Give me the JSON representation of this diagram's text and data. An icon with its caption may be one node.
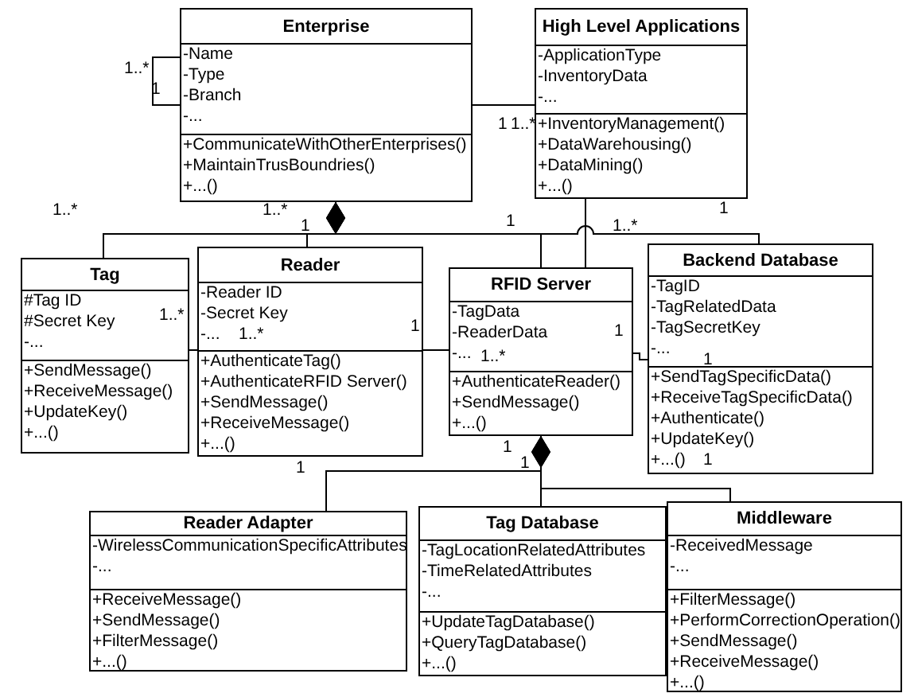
{
  "diagram": {
    "nodes": [
      {
        "text": [
          "Enterprise",
          "-Name",
          "-Type",
          "-Branch",
          "-...",
          "+CommunicateWithOtherEnterprises()",
          "+MaintainTrusBoundries()",
          "+...()"
        ]
      },
      {
        "text": [
          "High Level Applications",
          "-ApplicationType",
          "-InventoryData",
          "-...",
          "+InventoryManagement()",
          "+DataWarehousing()",
          "+DataMining()",
          "+...()"
        ]
      },
      {
        "text": [
          "Tag",
          "#Tag ID",
          "#Secret Key",
          "-...",
          "+SendMessage()",
          "+ReceiveMessage()",
          "+UpdateKey()",
          "+...()"
        ]
      },
      {
        "text": [
          "Reader",
          "-Reader ID",
          "-Secret Key",
          "-...",
          "+AuthenticateTag()",
          "+AuthenticateRFID Server()",
          "+SendMessage()",
          "+ReceiveMessage()",
          "+...()"
        ]
      },
      {
        "text": [
          "RFID Server",
          "-TagData",
          "-ReaderData",
          "-...",
          "+AuthenticateReader()",
          "+SendMessage()",
          "+...()"
        ]
      },
      {
        "text": [
          "Backend Database",
          "-TagID",
          "-TagRelatedData",
          "-TagSecretKey",
          "-...",
          "+SendTagSpecificData()",
          "+ReceiveTagSpecificData()",
          "+Authenticate()",
          "+UpdateKey()",
          "+...()"
        ]
      },
      {
        "text": [
          "Reader Adapter",
          "-WirelessCommunicationSpecificAttributes",
          "-...",
          "+ReceiveMessage()",
          "+SendMessage()",
          "+FilterMessage()",
          "+...()"
        ]
      },
      {
        "text": [
          "Tag Database",
          "-TagLocationRelatedAttributes",
          "-TimeRelatedAttributes",
          "-...",
          "+UpdateTagDatabase()",
          "+QueryTagDatabase()",
          "+...()"
        ]
      },
      {
        "text": [
          "Middleware",
          "-ReceivedMessage",
          "-...",
          "+FilterMessage()",
          "+PerformCorrectionOperation()",
          "+SendMessage()",
          "+ReceiveMessage()",
          "+...()"
        ]
      }
    ],
    "edges": [
      {
        "from": 0,
        "to": 0,
        "arrow": "none"
      },
      {
        "from": 0,
        "to": 1,
        "arrow": "none"
      },
      {
        "from": 0,
        "to": 2,
        "arrow": "other"
      },
      {
        "from": 0,
        "to": 3,
        "arrow": "other"
      },
      {
        "from": 0,
        "to": 4,
        "arrow": "other"
      },
      {
        "from": 0,
        "to": 5,
        "arrow": "other"
      },
      {
        "from": 1,
        "to": 4,
        "arrow": "none"
      },
      {
        "from": 2,
        "to": 3,
        "arrow": "none"
      },
      {
        "from": 3,
        "to": 4,
        "arrow": "none"
      },
      {
        "from": 4,
        "to": 5,
        "arrow": "none"
      },
      {
        "from": 4,
        "to": 6,
        "arrow": "other"
      },
      {
        "from": 4,
        "to": 7,
        "arrow": "other"
      },
      {
        "from": 4,
        "to": 8,
        "arrow": "other"
      }
    ],
    "labels": [
      "1..*",
      "1",
      "1",
      "1..*",
      "1..*",
      "1..*",
      "1",
      "1",
      "1..*",
      "1",
      "1..*",
      "1..*",
      "1",
      "1..*",
      "1",
      "1",
      "1",
      "1",
      "1",
      "1"
    ]
  }
}
